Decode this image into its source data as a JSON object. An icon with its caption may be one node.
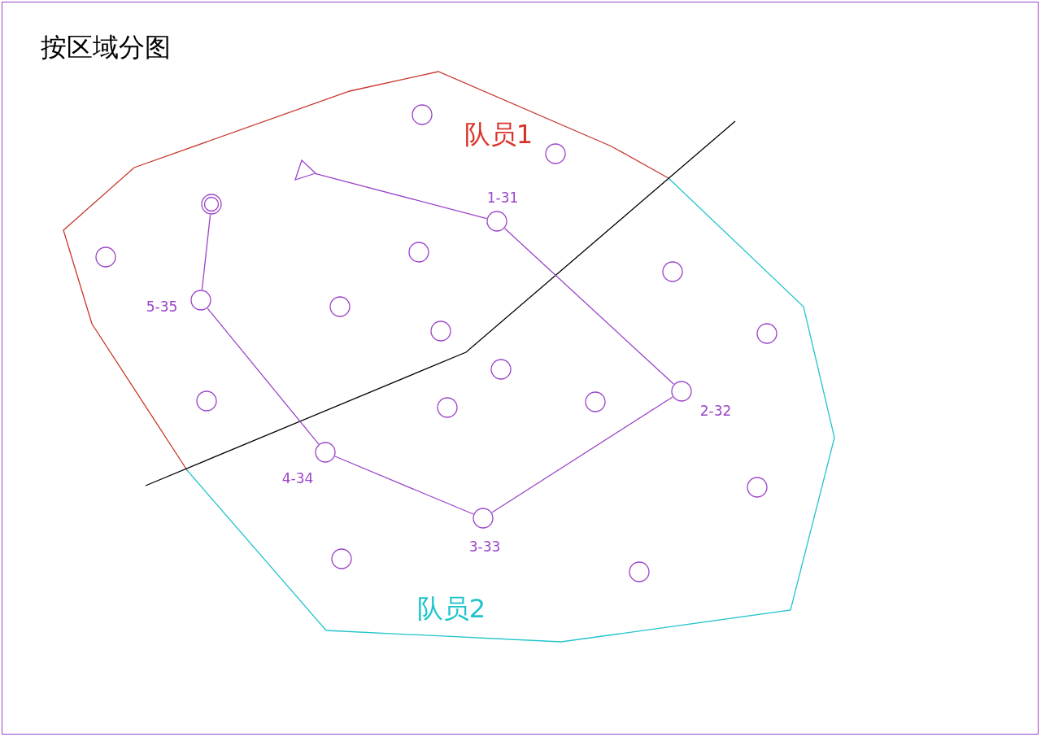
{
  "diagram": {
    "title": "按区域分图",
    "nodes": [
      {
        "text": [],
        "shape": "triangle"
      },
      {
        "text": [],
        "shape": "circle",
        "beside": [
          "1-31"
        ]
      },
      {
        "text": [],
        "shape": "circle",
        "beside": [
          "2-32"
        ]
      },
      {
        "text": [],
        "shape": "circle",
        "beside": [
          "3-33"
        ]
      },
      {
        "text": [],
        "shape": "circle",
        "beside": [
          "4-34"
        ]
      },
      {
        "text": [],
        "shape": "circle",
        "beside": [
          "5-35"
        ]
      },
      {
        "text": [],
        "shape": "target"
      },
      {
        "text": [],
        "shape": "circle"
      },
      {
        "text": [],
        "shape": "circle"
      },
      {
        "text": [],
        "shape": "circle"
      },
      {
        "text": [],
        "shape": "circle"
      },
      {
        "text": [],
        "shape": "circle"
      },
      {
        "text": [],
        "shape": "circle"
      },
      {
        "text": [],
        "shape": "circle"
      },
      {
        "text": [],
        "shape": "circle"
      },
      {
        "text": [],
        "shape": "circle"
      },
      {
        "text": [],
        "shape": "circle"
      },
      {
        "text": [],
        "shape": "circle"
      },
      {
        "text": [],
        "shape": "circle"
      },
      {
        "text": [],
        "shape": "circle"
      },
      {
        "text": [],
        "shape": "circle"
      },
      {
        "text": [],
        "shape": "circle"
      }
    ],
    "edges": [
      {
        "from": 0,
        "to": 1,
        "arrow": "none"
      },
      {
        "from": 1,
        "to": 2,
        "arrow": "none"
      },
      {
        "from": 2,
        "to": 3,
        "arrow": "none"
      },
      {
        "from": 3,
        "to": 4,
        "arrow": "none"
      },
      {
        "from": 4,
        "to": 5,
        "arrow": "none"
      },
      {
        "from": 5,
        "to": 6,
        "arrow": "none"
      }
    ],
    "labels": [
      "队员1",
      "队员2"
    ]
  }
}
